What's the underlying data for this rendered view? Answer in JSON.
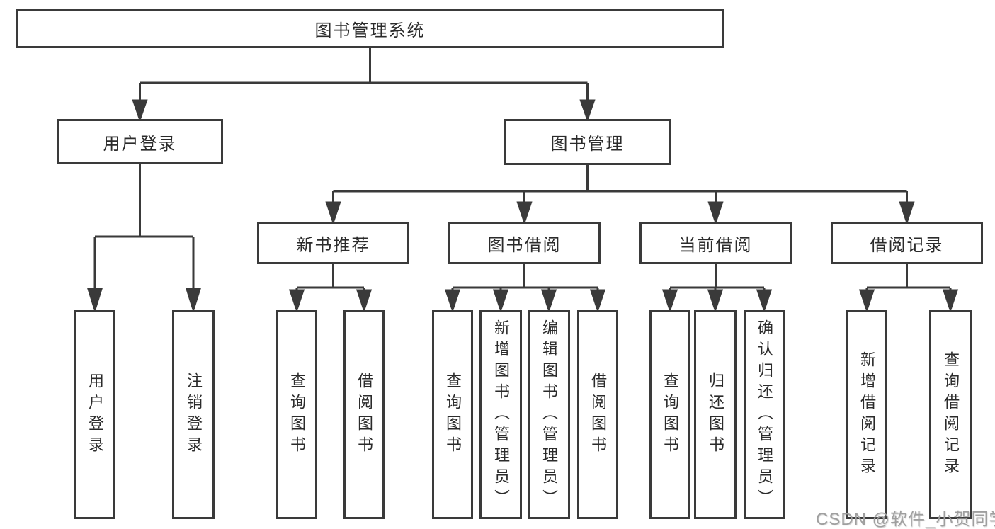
{
  "diagram_title": "图书管理系统",
  "tree": {
    "root": {
      "label": "图书管理系统"
    },
    "level2": [
      {
        "label": "用户登录"
      },
      {
        "label": "图书管理"
      }
    ],
    "level3": [
      {
        "label": "新书推荐",
        "parent": "图书管理"
      },
      {
        "label": "图书借阅",
        "parent": "图书管理"
      },
      {
        "label": "当前借阅",
        "parent": "图书管理"
      },
      {
        "label": "借阅记录",
        "parent": "图书管理"
      }
    ],
    "leaves": [
      {
        "label": "用户登录",
        "parent": "用户登录"
      },
      {
        "label": "注销登录",
        "parent": "用户登录"
      },
      {
        "label": "查询图书",
        "parent": "新书推荐"
      },
      {
        "label": "借阅图书",
        "parent": "新书推荐"
      },
      {
        "label": "查询图书",
        "parent": "图书借阅"
      },
      {
        "label": "新增图书（管理员）",
        "parent": "图书借阅"
      },
      {
        "label": "编辑图书（管理员）",
        "parent": "图书借阅"
      },
      {
        "label": "借阅图书",
        "parent": "图书借阅"
      },
      {
        "label": "查询图书",
        "parent": "当前借阅"
      },
      {
        "label": "归还图书",
        "parent": "当前借阅"
      },
      {
        "label": "确认归还（管理员）",
        "parent": "当前借阅"
      },
      {
        "label": "新增借阅记录",
        "parent": "借阅记录"
      },
      {
        "label": "查询借阅记录",
        "parent": "借阅记录"
      }
    ]
  },
  "watermark": "CSDN @软件_小贺同学",
  "colors": {
    "line": "#3a3a3a",
    "box_border": "#3a3a3a",
    "text": "#2b2b2b",
    "watermark": "#9f9f9f",
    "background": "#ffffff"
  }
}
